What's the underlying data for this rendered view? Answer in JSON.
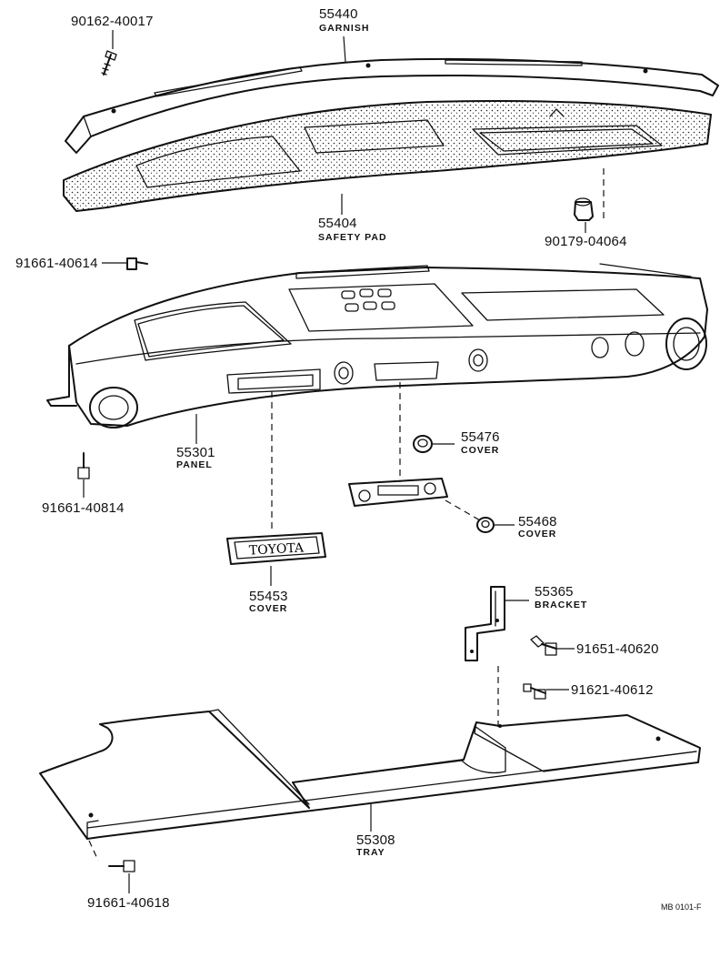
{
  "parts": {
    "garnish": {
      "number": "55440",
      "name": "GARNISH"
    },
    "screw_top": {
      "number": "90162-40017"
    },
    "safety_pad": {
      "number": "55404",
      "name": "SAFETY PAD"
    },
    "clip_pad": {
      "number": "90179-04064"
    },
    "bolt_left_upper": {
      "number": "91661-40614"
    },
    "panel": {
      "number": "55301",
      "name": "PANEL"
    },
    "bolt_left_lower": {
      "number": "91661-40814"
    },
    "cover_55476": {
      "number": "55476",
      "name": "COVER"
    },
    "cover_55468": {
      "number": "55468",
      "name": "COVER"
    },
    "cover_55453": {
      "number": "55453",
      "name": "COVER"
    },
    "bracket": {
      "number": "55365",
      "name": "BRACKET"
    },
    "bolt_bracket": {
      "number": "91651-40620"
    },
    "bolt_bracket_lower": {
      "number": "91621-40612"
    },
    "tray": {
      "number": "55308",
      "name": "TRAY"
    },
    "bolt_tray": {
      "number": "91661-40618"
    }
  },
  "emblem_text": "TOYOTA",
  "drawing_code": "MB 0101-F"
}
